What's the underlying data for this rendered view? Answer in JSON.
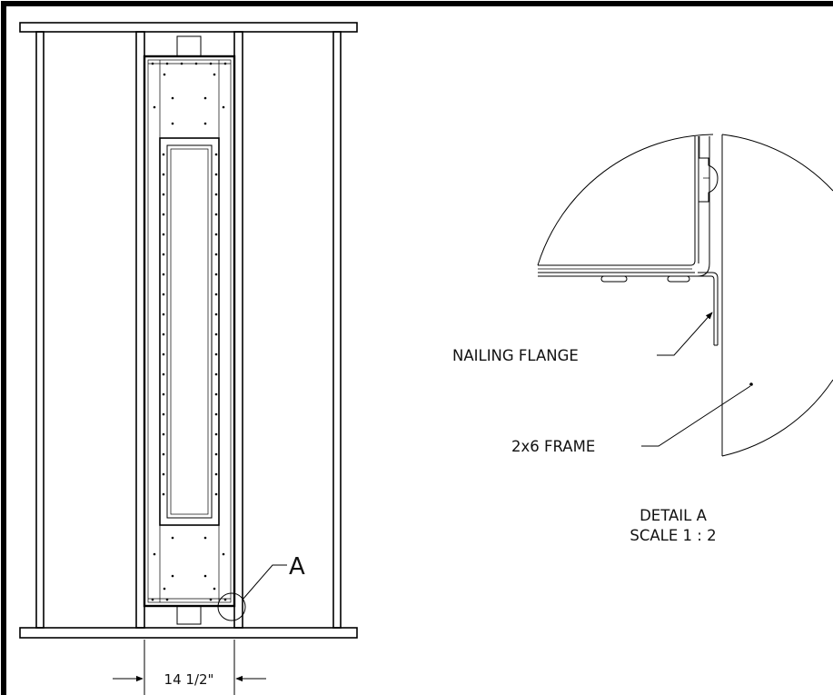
{
  "callouts": {
    "detail_marker": "A",
    "nailing_flange": "NAILING FLANGE",
    "frame": "2x6 FRAME"
  },
  "detail_title": {
    "line1": "DETAIL A",
    "line2": "SCALE 1 : 2"
  },
  "dimension": {
    "width_label": "14 1/2\""
  }
}
